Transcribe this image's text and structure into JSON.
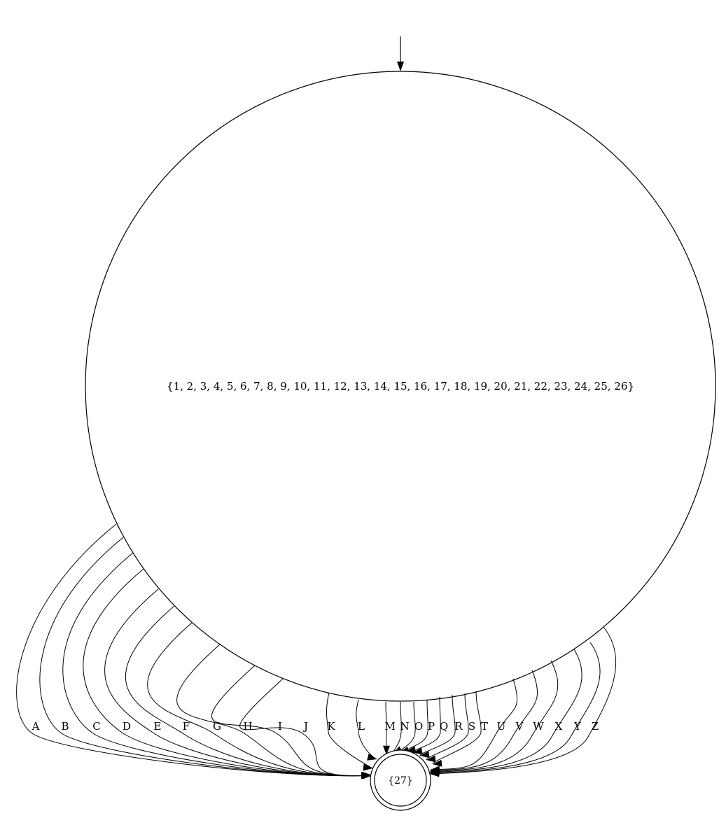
{
  "diagram": {
    "type": "finite-state-automaton",
    "start_state": "{1, 2, 3, 4, 5, 6, 7, 8, 9, 10, 11, 12, 13, 14, 15, 16, 17, 18, 19, 20, 21, 22, 23, 24, 25, 26}",
    "states": [
      {
        "label": "{1, 2, 3, 4, 5, 6, 7, 8, 9, 10, 11, 12, 13, 14, 15, 16, 17, 18, 19, 20, 21, 22, 23, 24, 25, 26}",
        "accepting": false,
        "initial": true
      },
      {
        "label": "{27}",
        "accepting": true,
        "initial": false
      }
    ],
    "transitions": [
      {
        "from": 0,
        "to": 1,
        "label": "A"
      },
      {
        "from": 0,
        "to": 1,
        "label": "B"
      },
      {
        "from": 0,
        "to": 1,
        "label": "C"
      },
      {
        "from": 0,
        "to": 1,
        "label": "D"
      },
      {
        "from": 0,
        "to": 1,
        "label": "E"
      },
      {
        "from": 0,
        "to": 1,
        "label": "F"
      },
      {
        "from": 0,
        "to": 1,
        "label": "G"
      },
      {
        "from": 0,
        "to": 1,
        "label": "H"
      },
      {
        "from": 0,
        "to": 1,
        "label": "I"
      },
      {
        "from": 0,
        "to": 1,
        "label": "J"
      },
      {
        "from": 0,
        "to": 1,
        "label": "K"
      },
      {
        "from": 0,
        "to": 1,
        "label": "L"
      },
      {
        "from": 0,
        "to": 1,
        "label": "M"
      },
      {
        "from": 0,
        "to": 1,
        "label": "N"
      },
      {
        "from": 0,
        "to": 1,
        "label": "O"
      },
      {
        "from": 0,
        "to": 1,
        "label": "P"
      },
      {
        "from": 0,
        "to": 1,
        "label": "Q"
      },
      {
        "from": 0,
        "to": 1,
        "label": "R"
      },
      {
        "from": 0,
        "to": 1,
        "label": "S"
      },
      {
        "from": 0,
        "to": 1,
        "label": "T"
      },
      {
        "from": 0,
        "to": 1,
        "label": "U"
      },
      {
        "from": 0,
        "to": 1,
        "label": "V"
      },
      {
        "from": 0,
        "to": 1,
        "label": "W"
      },
      {
        "from": 0,
        "to": 1,
        "label": "X"
      },
      {
        "from": 0,
        "to": 1,
        "label": "Y"
      },
      {
        "from": 0,
        "to": 1,
        "label": "Z"
      }
    ],
    "colors": {
      "stroke": "#000000",
      "background": "#ffffff"
    }
  }
}
